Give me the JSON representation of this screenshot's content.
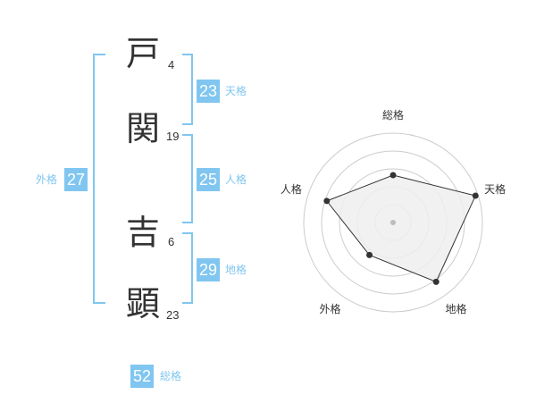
{
  "name": {
    "characters": [
      {
        "char": "戸",
        "strokes": "4"
      },
      {
        "char": "関",
        "strokes": "19"
      },
      {
        "char": "吉",
        "strokes": "6"
      },
      {
        "char": "顕",
        "strokes": "23"
      }
    ]
  },
  "fortunes": {
    "tenkaku": {
      "value": "23",
      "label": "天格"
    },
    "jinkaku": {
      "value": "25",
      "label": "人格"
    },
    "chikaku": {
      "value": "29",
      "label": "地格"
    },
    "gaikaku": {
      "value": "27",
      "label": "外格"
    },
    "soukaku": {
      "value": "52",
      "label": "総格"
    }
  },
  "radar": {
    "axes": [
      "総格",
      "天格",
      "地格",
      "外格",
      "人格"
    ],
    "scores": [
      0.53,
      0.97,
      0.82,
      0.45,
      0.78
    ],
    "colors": {
      "fill": "#eeeeee",
      "line": "#333333",
      "grid": "#cccccc",
      "center": "#bbbbbb"
    }
  }
}
